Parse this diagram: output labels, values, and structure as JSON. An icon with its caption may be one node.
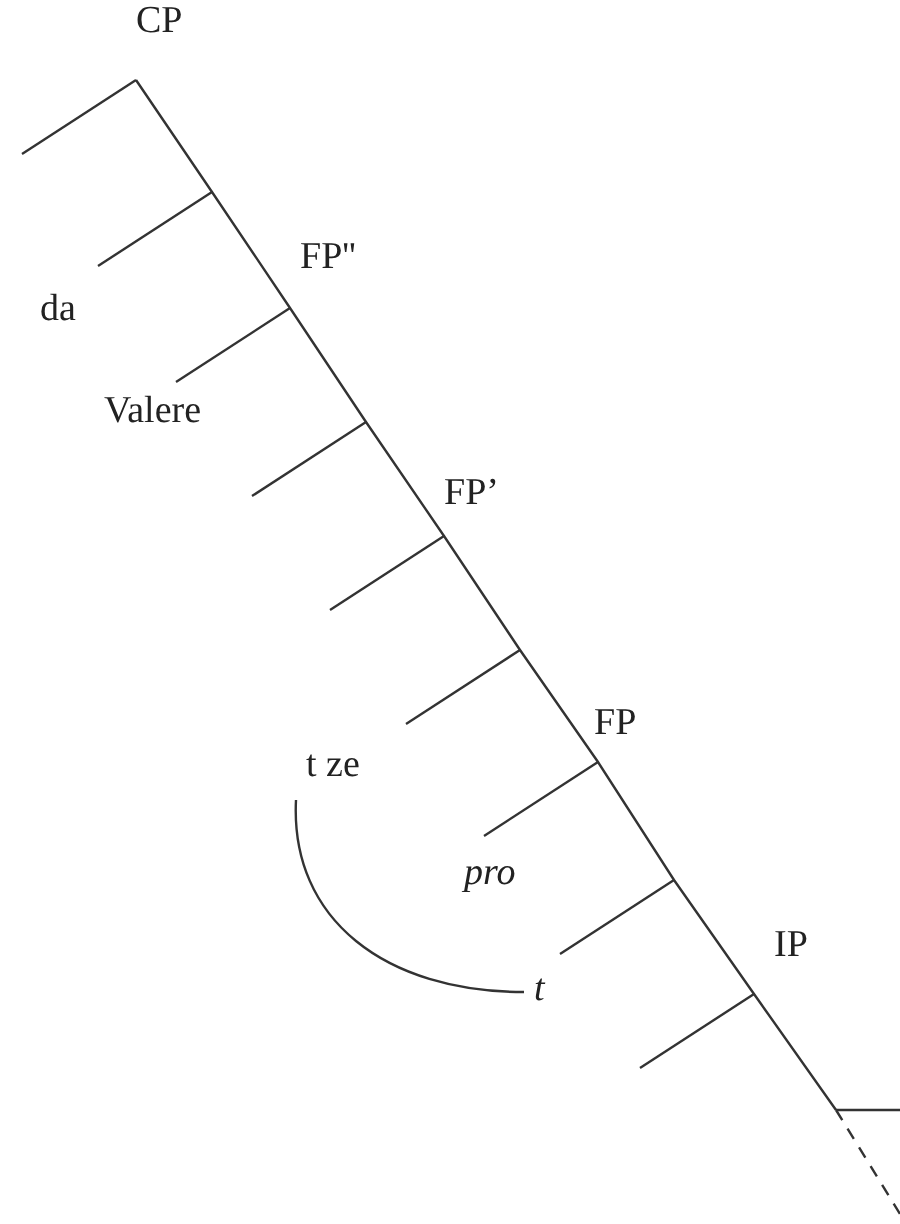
{
  "diagram": {
    "nodes": [
      {
        "text": [
          "CP"
        ]
      },
      {
        "text": [
          "da"
        ]
      },
      {
        "text": [
          "FP''"
        ]
      },
      {
        "text": [
          "Valere"
        ]
      },
      {
        "text": [
          "FP’"
        ]
      },
      {
        "text": [
          "t ze"
        ]
      },
      {
        "text": [
          "FP"
        ]
      },
      {
        "text": [
          "pro"
        ]
      },
      {
        "text": [
          "IP"
        ]
      },
      {
        "text": [
          "t"
        ]
      }
    ],
    "edges": [
      {
        "from": 5,
        "to": 9,
        "arrow": "none"
      }
    ]
  }
}
